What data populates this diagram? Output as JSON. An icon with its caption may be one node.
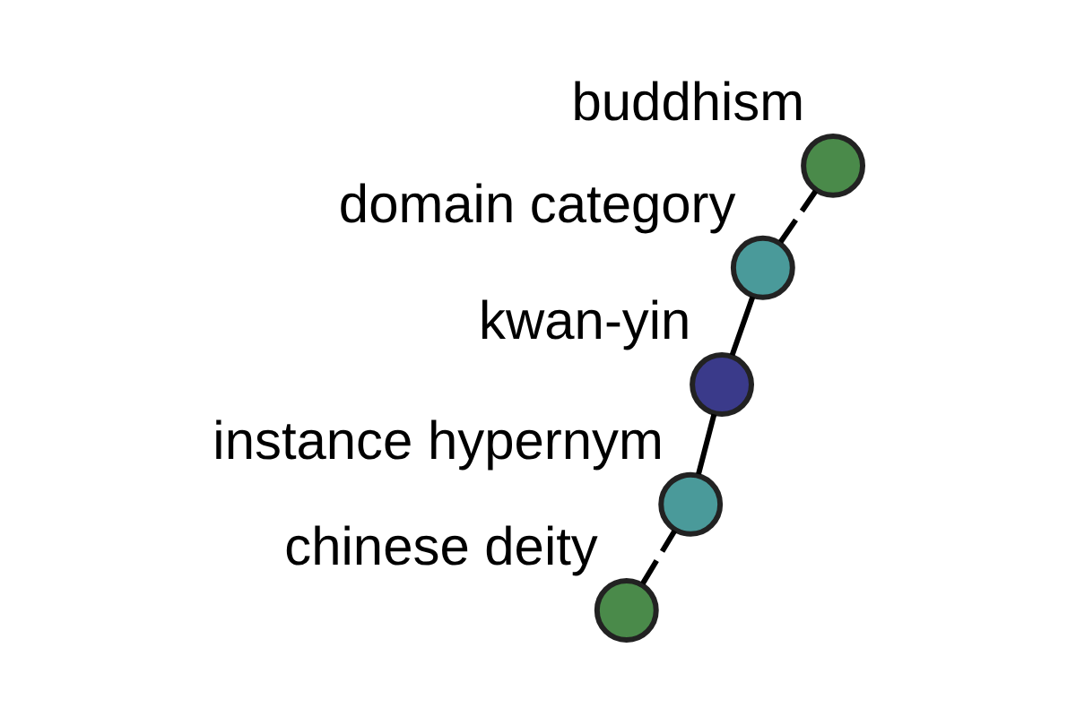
{
  "diagram": {
    "nodes": [
      {
        "text": [
          "chinese deity"
        ]
      },
      {
        "text": [
          "instance hypernym"
        ]
      },
      {
        "text": [
          "kwan-yin"
        ]
      },
      {
        "text": [
          "domain category"
        ]
      },
      {
        "text": [
          "buddhism"
        ]
      }
    ],
    "edges": [
      {
        "from": 0,
        "to": 1,
        "arrow": "none",
        "style": "dashed"
      },
      {
        "from": 1,
        "to": 2,
        "arrow": "none"
      },
      {
        "from": 2,
        "to": 3,
        "arrow": "none"
      },
      {
        "from": 3,
        "to": 4,
        "arrow": "none",
        "style": "dashed"
      }
    ]
  }
}
